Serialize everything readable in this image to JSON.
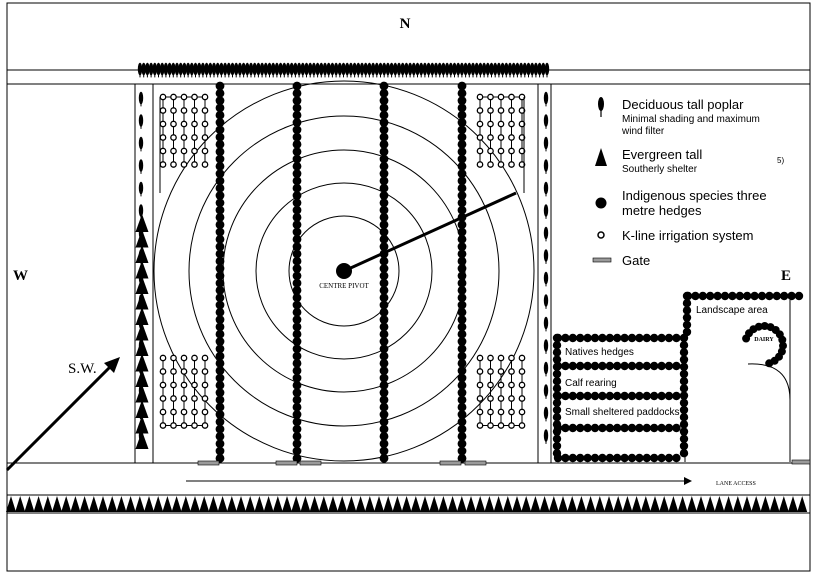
{
  "compass": {
    "north": "N",
    "west": "W",
    "east": "E",
    "southwest": "S.W."
  },
  "pivot": {
    "label": "CENTRE PIVOT"
  },
  "legend": {
    "poplar_title": "Deciduous tall poplar",
    "poplar_sub_line1": "Minimal shading and maximum",
    "poplar_sub_line2": "wind filter",
    "evergreen_title": "Evergreen tall",
    "evergreen_sub": "Southerly shelter",
    "indigenous_line1": "Indigenous species three",
    "indigenous_line2": "metre hedges",
    "kline": "K-line irrigation system",
    "gate": "Gate",
    "stray_mark": "5)"
  },
  "areas": {
    "landscape": "Landscape area",
    "dairy": "DAIRY",
    "natives_hedges": "Natives hedges",
    "calf_rearing": "Calf rearing",
    "small_paddocks": "Small sheltered paddocks",
    "lane_access": "LANE ACCESS"
  },
  "colors": {
    "ink": "#000000",
    "background": "#ffffff",
    "gate": "#9a9a9a"
  }
}
